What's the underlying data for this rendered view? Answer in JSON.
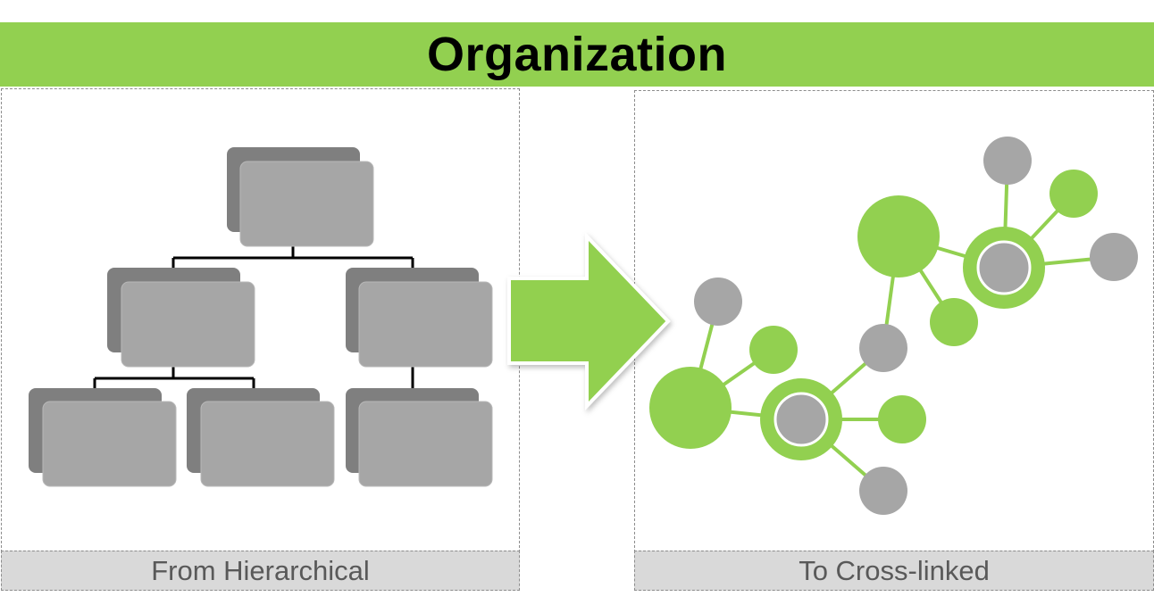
{
  "title": "Organization",
  "panels": {
    "left_caption": "From Hierarchical",
    "right_caption": "To Cross-linked"
  },
  "colors": {
    "banner": "#92d050",
    "node_green": "#92d050",
    "node_gray": "#a6a6a6",
    "box_dark": "#7f7f7f",
    "box_light": "#a6a6a6",
    "caption_bg": "#d9d9d9"
  }
}
